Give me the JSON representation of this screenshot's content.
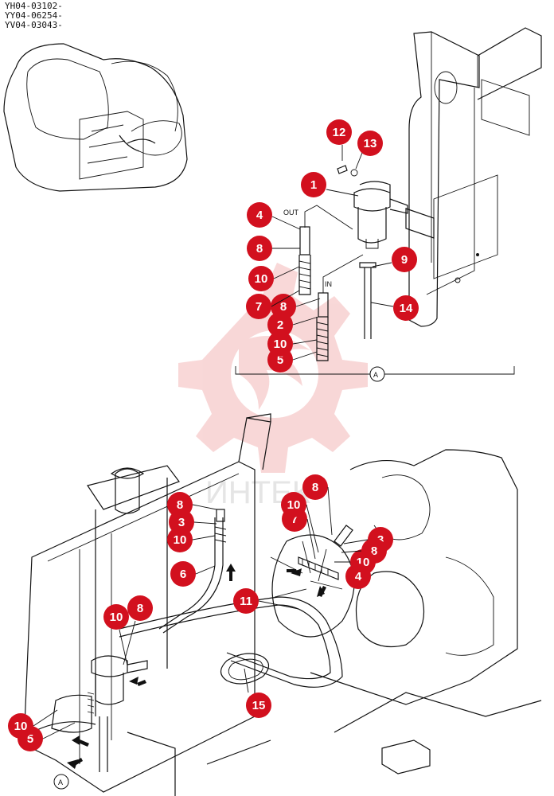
{
  "serials": [
    "YH04-03102-",
    "YY04-06254-",
    "YV04-03043-"
  ],
  "labels": {
    "out": "OUT",
    "in": "IN",
    "view_letter": "A"
  },
  "watermark_text": "ИНТЕК",
  "colors": {
    "callout": "#d2101e",
    "line": "#111111",
    "watermark": "#f4b8b8"
  },
  "callouts": {
    "c12": "12",
    "c13": "13",
    "c1": "1",
    "c4": "4",
    "c9": "9",
    "c8a": "8",
    "c10a": "10",
    "c7": "7",
    "c14": "14",
    "c8b": "8",
    "c2": "2",
    "c10b": "10",
    "c5a": "5",
    "c8c": "8",
    "c3a": "3",
    "c10c": "10",
    "c6": "6",
    "c8d": "8",
    "c10d": "10",
    "c7b": "7",
    "c3b": "3",
    "c8e": "8",
    "c10e": "10",
    "c4b": "4",
    "c11": "11",
    "c10f": "10",
    "c8f": "8",
    "c15": "15",
    "c10g": "10",
    "c5b": "5"
  }
}
